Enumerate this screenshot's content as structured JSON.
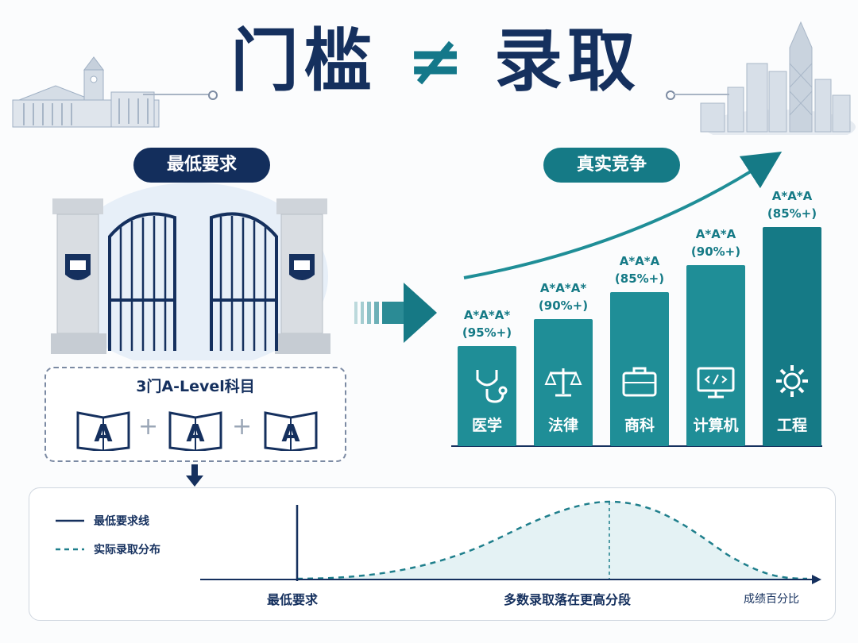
{
  "title": {
    "left": "门槛",
    "symbol": "≠",
    "right": "录取"
  },
  "left_panel": {
    "pill": "最低要求",
    "subjects_title": "3门A-Level科目",
    "books": [
      "A",
      "A",
      "A"
    ],
    "plus": "+"
  },
  "right_panel": {
    "pill": "真实竞争"
  },
  "chart_data": {
    "type": "bar",
    "categories": [
      "医学",
      "法律",
      "商科",
      "计算机",
      "工程"
    ],
    "grades": [
      "A*A*A*",
      "A*A*A*",
      "A*A*A",
      "A*A*A",
      "A*A*A"
    ],
    "percentages": [
      "(95%+)",
      "(90%+)",
      "(85%+)",
      "(90%+)",
      "(85%+)"
    ],
    "icons": [
      "stethoscope-icon",
      "scales-icon",
      "briefcase-icon",
      "computer-icon",
      "gear-icon"
    ],
    "colors": {
      "bar": "#1f8e97",
      "bar_dark": "#157a86",
      "text": "#157a86"
    }
  },
  "distribution": {
    "legend": {
      "min_line": "最低要求线",
      "actual": "实际录取分布"
    },
    "axis": {
      "min_label": "最低要求",
      "mid_label": "多数录取落在更高分段",
      "end_label": "成绩百分比"
    },
    "colors": {
      "navy": "#15305e",
      "teal": "#1f7f8c"
    }
  }
}
